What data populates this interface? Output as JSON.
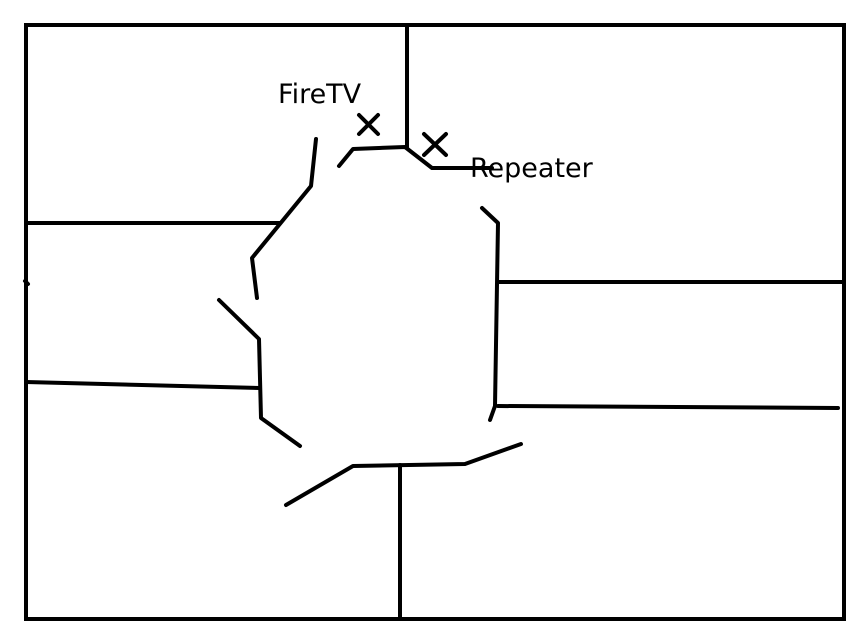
{
  "diagram": {
    "stroke_color": "#000000",
    "background_color": "#ffffff",
    "labels": {
      "firetv": "FireTV",
      "repeater": "Repeater"
    },
    "markers": {
      "firetv_marker_icon": "x-mark",
      "repeater_marker_icon": "x-mark"
    }
  }
}
